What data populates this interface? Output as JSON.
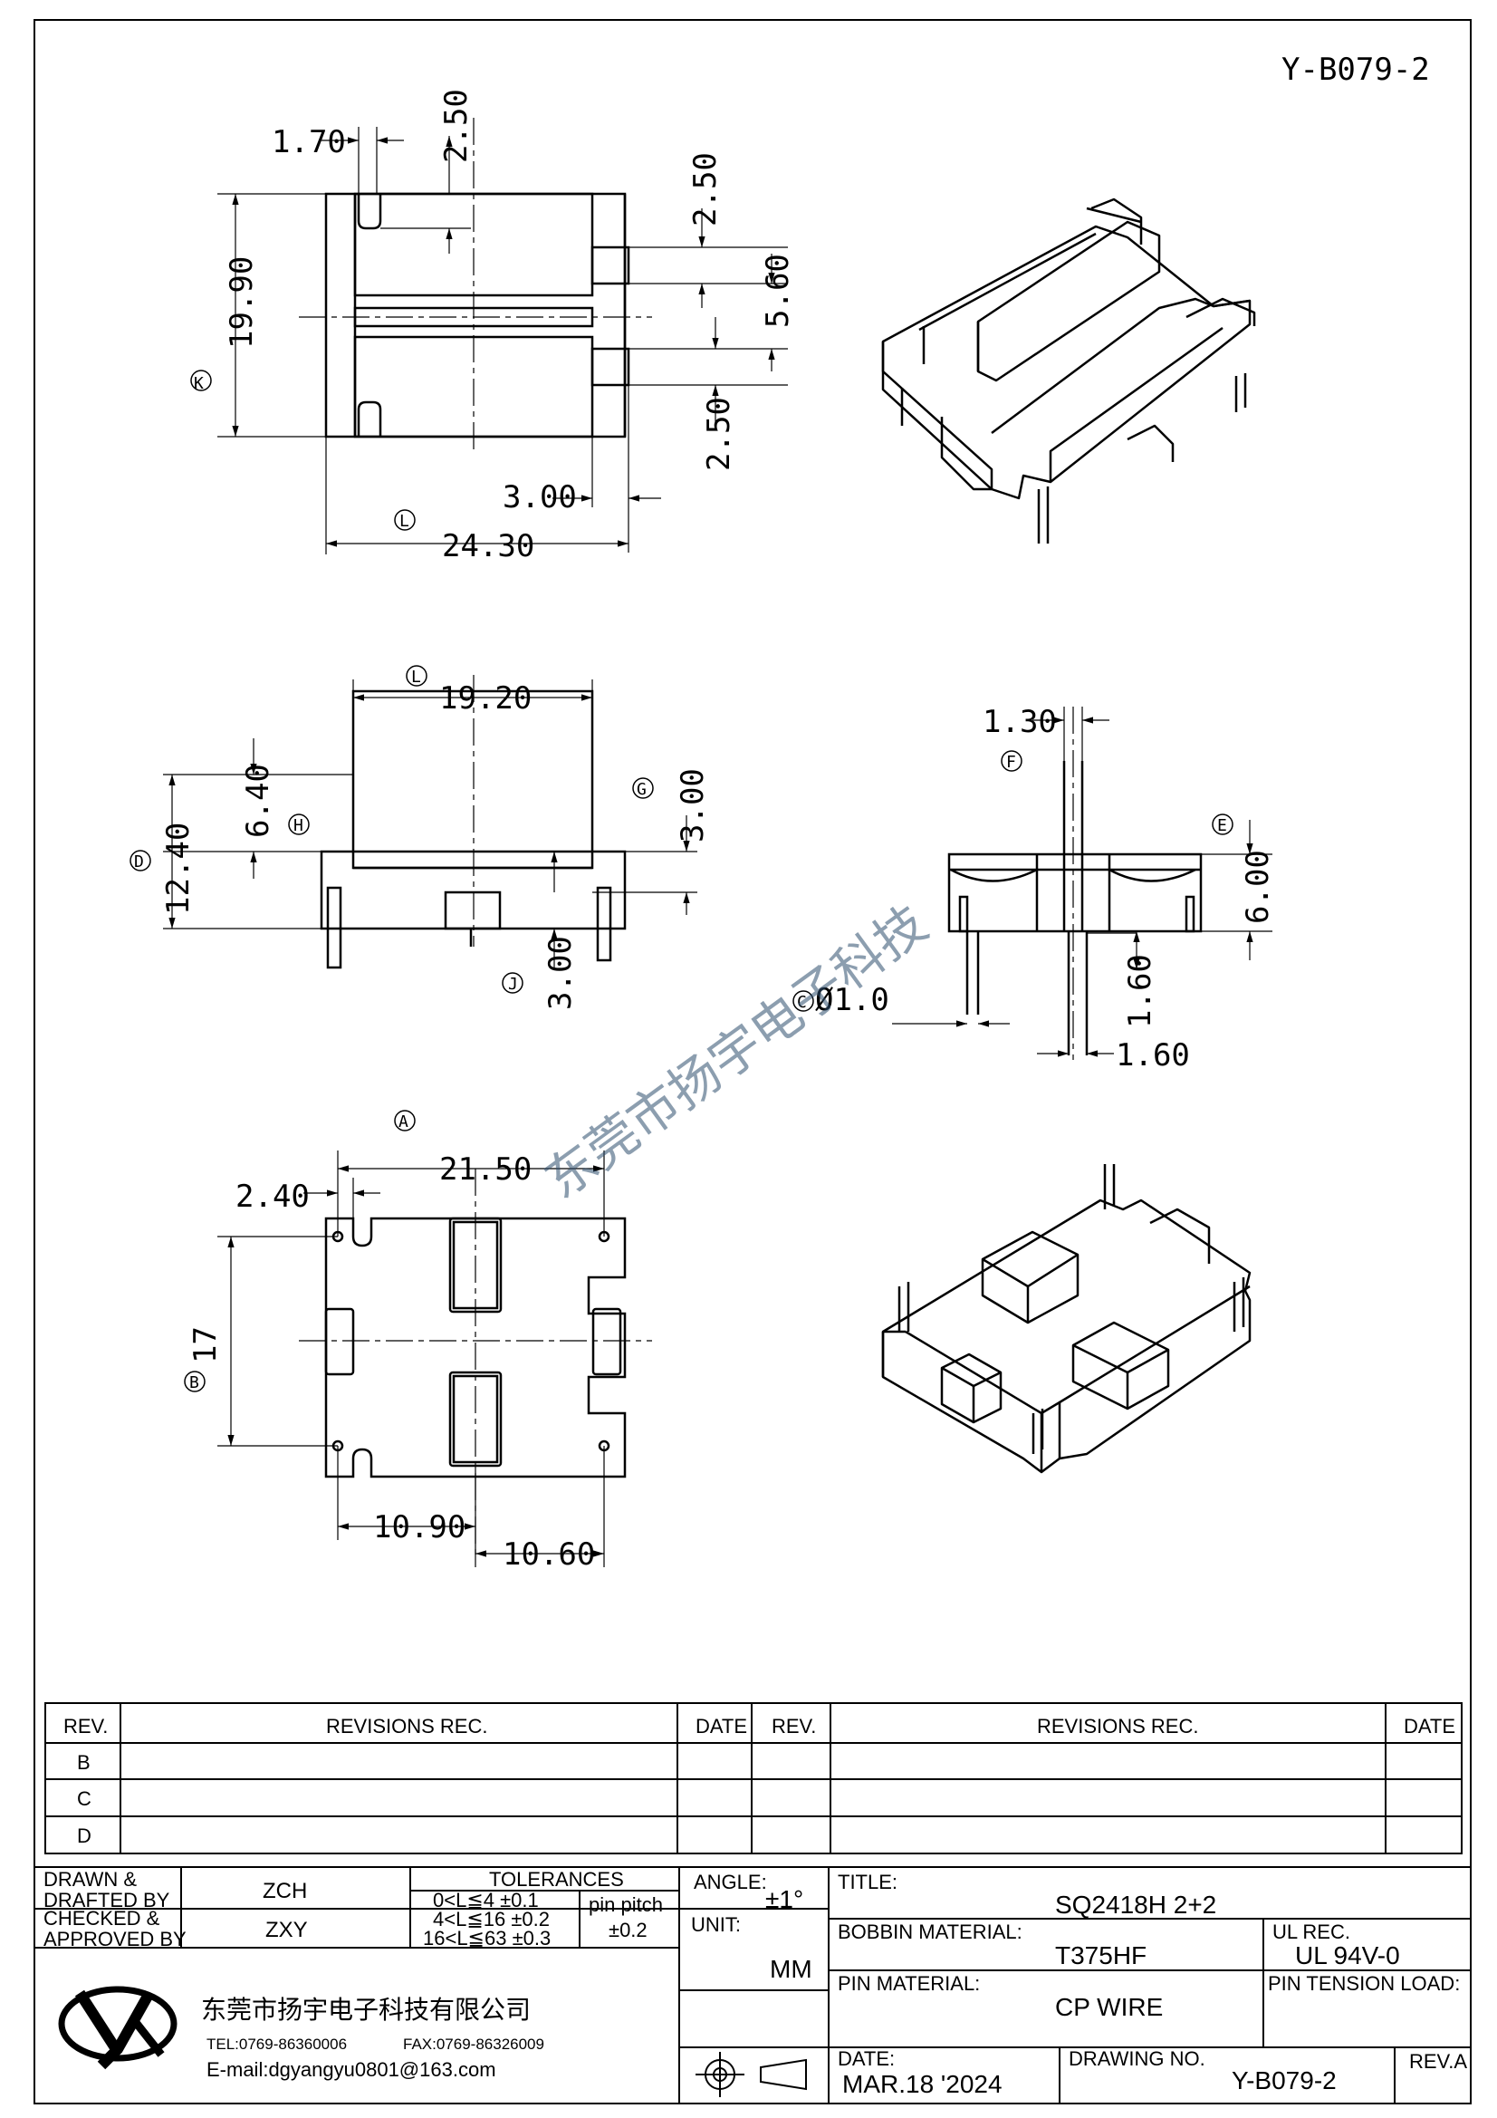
{
  "drawing_id_header": "Y-B079-2",
  "top_view": {
    "dims": [
      "1.70",
      "2.50",
      "2.50",
      "5.60",
      "2.50",
      "19.90",
      "3.00",
      "24.30"
    ],
    "callouts": [
      "K",
      "L"
    ]
  },
  "side_view": {
    "dims": [
      "19.20",
      "6.40",
      "12.40",
      "3.00",
      "3.00"
    ],
    "callouts": [
      "L",
      "H",
      "D",
      "G",
      "J"
    ]
  },
  "end_view": {
    "dims": [
      "1.30",
      "6.00",
      "1.60",
      "1.60",
      "Ø1.0"
    ],
    "callouts": [
      "F",
      "E",
      "C"
    ]
  },
  "bottom_view": {
    "dims": [
      "2.40",
      "21.50",
      "17",
      "10.90",
      "10.60"
    ],
    "callouts": [
      "A",
      "B"
    ]
  },
  "watermark": "东莞市扬宇电子科技",
  "revisions": {
    "headers": {
      "rev": "REV.",
      "rec": "REVISIONS   REC.",
      "date": "DATE"
    },
    "rows_left": [
      "B",
      "C",
      "D"
    ]
  },
  "title_block": {
    "drawn_label": "DRAWN &\nDRAFTED BY",
    "drawn_line1": "DRAWN &",
    "drawn_line2": "DRAFTED BY",
    "drawn_value": "ZCH",
    "checked_line1": "CHECKED &",
    "checked_line2": "APPROVED BY",
    "checked_value": "ZXY",
    "tolerances_label": "TOLERANCES",
    "tol_rows": [
      "0<L≦4    ±0.1",
      "4<L≦16  ±0.2",
      "16<L≦63  ±0.3"
    ],
    "pin_pitch_label": "pin  pitch",
    "pin_pitch_value": "±0.2",
    "angle_label": "ANGLE:",
    "angle_value": "±1°",
    "unit_label": "UNIT:",
    "unit_value": "MM",
    "title_label": "TITLE:",
    "title_value": "SQ2418H  2+2",
    "bobbin_label": "BOBBIN  MATERIAL:",
    "bobbin_value": "T375HF",
    "ul_label": "UL REC.",
    "ul_value": "UL  94V-0",
    "pin_material_label": "PIN  MATERIAL:",
    "pin_material_value": "CP  WIRE",
    "pin_tension_label": "PIN  TENSION  LOAD:",
    "company_name": "东莞市扬宇电子科技有限公司",
    "tel": "TEL:0769-86360006",
    "fax": "FAX:0769-86326009",
    "email": "E-mail:dgyangyu0801@163.com",
    "date_label": "DATE:",
    "date_value": "MAR.18  '2024",
    "drawing_no_label": "DRAWING  NO.",
    "drawing_no_value": "Y-B079-2",
    "rev_label": "REV.A"
  },
  "colors": {
    "line": "#000000",
    "watermark": "#2f4f6f"
  }
}
